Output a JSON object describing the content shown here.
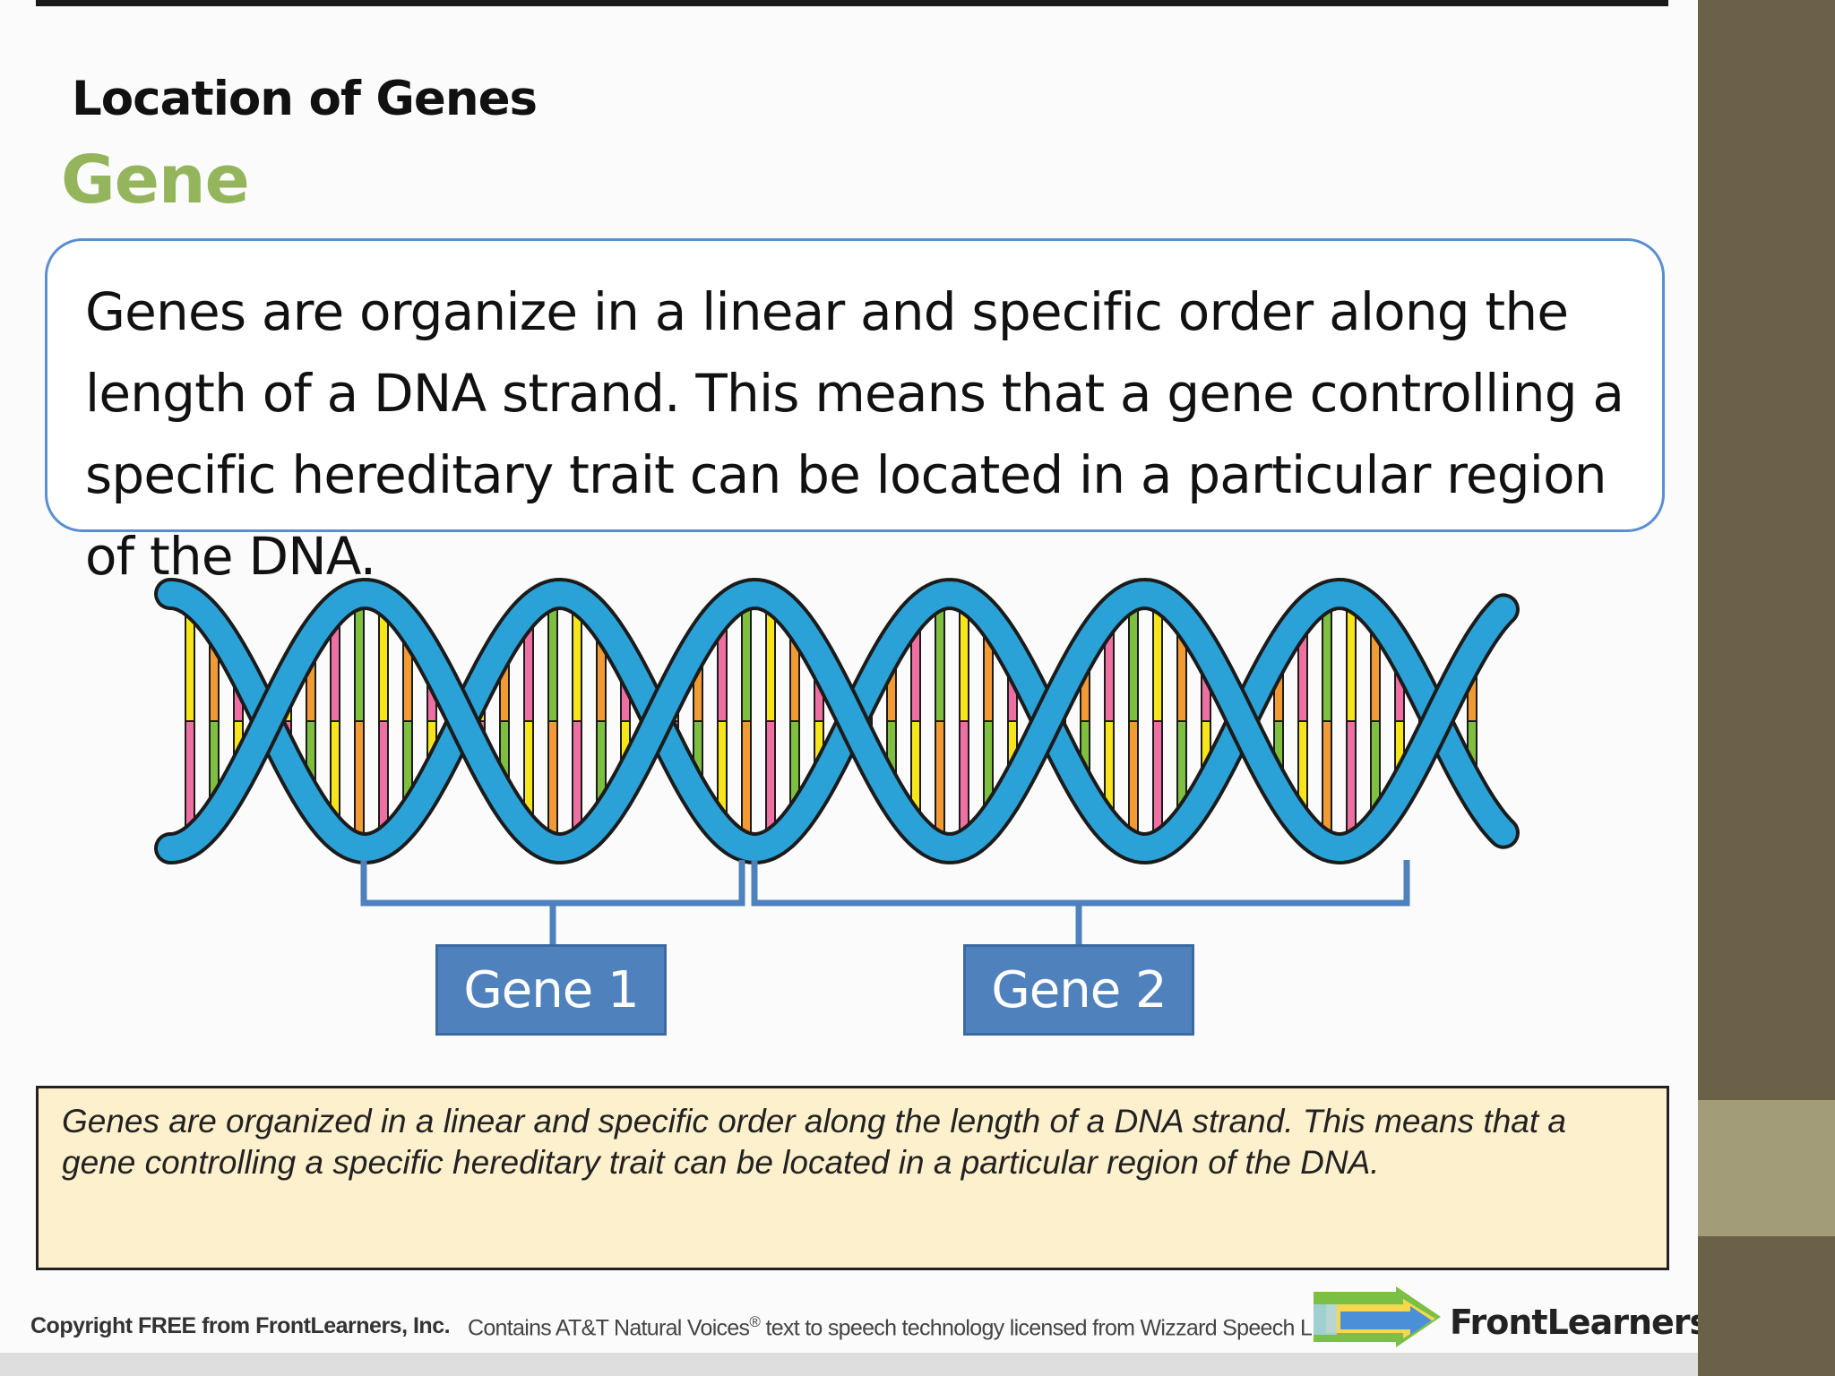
{
  "slide": {
    "heading": "Location of Genes",
    "subheading": "Gene",
    "definition": "Genes are organize in a linear and specific order along the length of a DNA strand. This means that a gene controlling a specific hereditary trait can be located in a particular region of the DNA."
  },
  "diagram": {
    "gene_labels": [
      "Gene 1",
      "Gene 2"
    ],
    "colors": {
      "backbone": "#2aa2d8",
      "outline": "#1b1b1b",
      "label_fill": "#4f81bd",
      "bracket": "#4f81bd",
      "base_pairs": [
        "#f7e51b",
        "#f29a33",
        "#ee6fa1",
        "#7fbf3f"
      ]
    }
  },
  "narration": {
    "text": "Genes are organized in a linear and specific order along the length of a DNA strand. This means that a gene controlling a specific hereditary trait can be located in a particular region of the DNA."
  },
  "footer": {
    "copyright": "Copyright FREE from FrontLearners, Inc.",
    "att_notice_before": "Contains AT&T Natural Voices",
    "att_notice_mark": "®",
    "att_notice_after": " text to speech technology licensed from Wizzard Speech LLC",
    "brand": "FrontLearners",
    "logo_icon": "frontlearners-arrow-logo"
  },
  "theme": {
    "heading_color": "#111111",
    "subheading_color": "#95b55d",
    "box_border": "#5b8ed0",
    "narration_bg": "#fdf0cd",
    "sidebar_dark": "#6b6148",
    "sidebar_light": "#a39c78"
  }
}
